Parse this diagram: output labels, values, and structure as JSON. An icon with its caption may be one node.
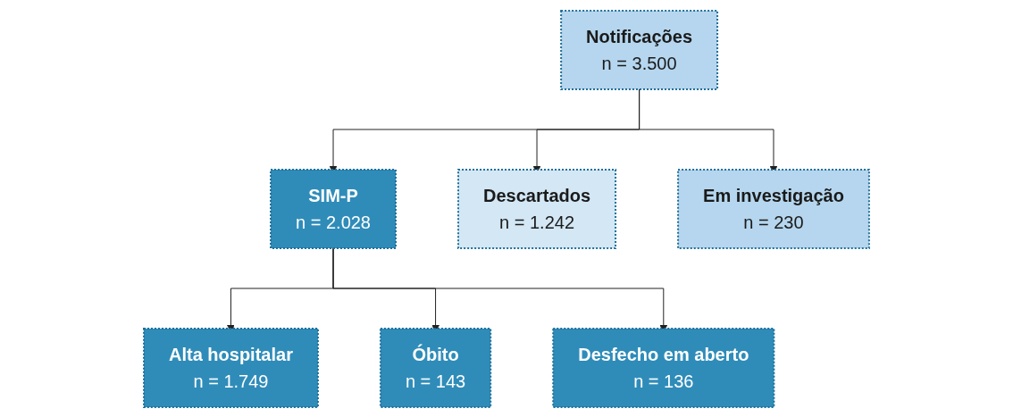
{
  "diagram": {
    "nodes": [
      {
        "text": [
          "Notificações",
          "n = 3.500"
        ]
      },
      {
        "text": [
          "SIM-P",
          "n = 2.028"
        ]
      },
      {
        "text": [
          "Descartados",
          "n = 1.242"
        ]
      },
      {
        "text": [
          "Em investigação",
          "n = 230"
        ]
      },
      {
        "text": [
          "Alta hospitalar",
          "n = 1.749"
        ]
      },
      {
        "text": [
          "Óbito",
          "n = 143"
        ]
      },
      {
        "text": [
          "Desfecho em aberto",
          "n = 136"
        ]
      }
    ],
    "edges": [
      {
        "from": 0,
        "to": 1,
        "arrow": "to"
      },
      {
        "from": 0,
        "to": 2,
        "arrow": "to"
      },
      {
        "from": 0,
        "to": 3,
        "arrow": "to"
      },
      {
        "from": 1,
        "to": 4,
        "arrow": "to"
      },
      {
        "from": 1,
        "to": 5,
        "arrow": "to"
      },
      {
        "from": 1,
        "to": 6,
        "arrow": "to"
      }
    ]
  }
}
